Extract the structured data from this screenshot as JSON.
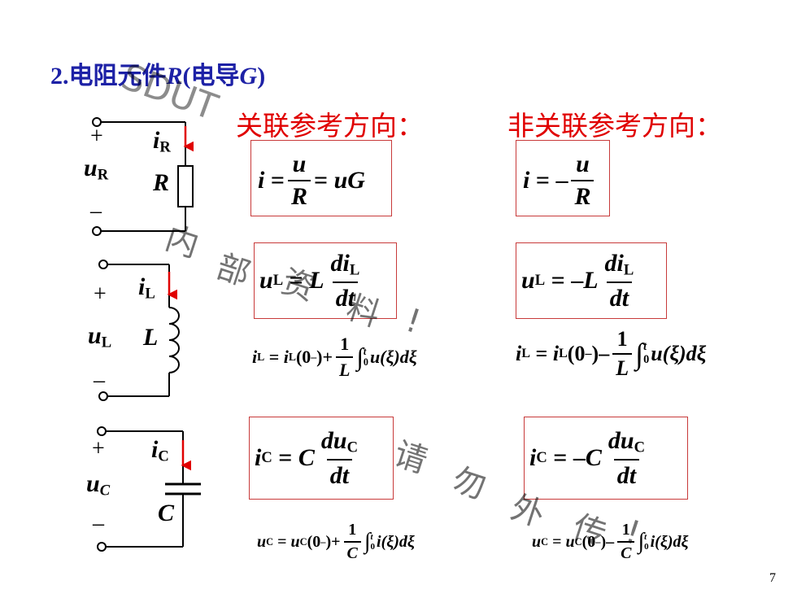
{
  "title": {
    "number": "2.",
    "text1": "电阻元件",
    "var1": "R",
    "paren_open": "(",
    "text2": "电导",
    "var2": "G",
    "paren_close": ")"
  },
  "headings": {
    "associated": "关联参考方向：",
    "non_associated": "非关联参考方向："
  },
  "circuit": {
    "resistor": {
      "current": "i",
      "current_sub": "R",
      "voltage": "u",
      "voltage_sub": "R",
      "element": "R",
      "plus": "+",
      "minus": "–"
    },
    "inductor": {
      "current": "i",
      "current_sub": "L",
      "voltage": "u",
      "voltage_sub": "L",
      "element": "L",
      "plus": "+",
      "minus": "–"
    },
    "capacitor": {
      "current": "i",
      "current_sub": "C",
      "voltage": "u",
      "voltage_sub": "C",
      "element": "C",
      "plus": "+",
      "minus": "–"
    }
  },
  "equations": {
    "r_assoc": {
      "lhs": "i",
      "eq": "=",
      "num": "u",
      "den": "R",
      "eq2": "=",
      "rhs": "uG"
    },
    "r_non": {
      "lhs": "i",
      "eq": "= –",
      "num": "u",
      "den": "R"
    },
    "l_assoc": {
      "lhs": "u",
      "lhs_sub": "L",
      "eq": "=",
      "coef": "L",
      "num": "di",
      "num_sub": "L",
      "den": "dt"
    },
    "l_non": {
      "lhs": "u",
      "lhs_sub": "L",
      "eq": "= –",
      "coef": "L",
      "num": "di",
      "num_sub": "L",
      "den": "dt"
    },
    "l_int_assoc": {
      "lhs": "i",
      "lhs_sub": "L",
      "eq": "=",
      "init": "i",
      "init_sub": "L",
      "init_arg": "(0",
      "init_arg_sub": "–",
      "init_close": ")",
      "op": "+",
      "num": "1",
      "den": "L",
      "int": "∫",
      "upper": "t",
      "lower": "0",
      "integrand": "u(ξ)dξ"
    },
    "l_int_non": {
      "lhs": "i",
      "lhs_sub": "L",
      "eq": "=",
      "init": "i",
      "init_sub": "L",
      "init_arg": "(0",
      "init_arg_sub": "–",
      "init_close": ")",
      "op": "–",
      "num": "1",
      "den": "L",
      "int": "∫",
      "upper": "t",
      "lower": "0",
      "integrand": "u(ξ)dξ"
    },
    "c_assoc": {
      "lhs": "i",
      "lhs_sub": "C",
      "eq": "=",
      "coef": "C",
      "num": "du",
      "num_sub": "C",
      "den": "dt"
    },
    "c_non": {
      "lhs": "i",
      "lhs_sub": "C",
      "eq": "= –",
      "coef": "C",
      "num": "du",
      "num_sub": "C",
      "den": "dt"
    },
    "c_int_assoc": {
      "lhs": "u",
      "lhs_sub": "C",
      "eq": "=",
      "init": "u",
      "init_sub": "C",
      "init_arg": "(0",
      "init_arg_sub": "–",
      "init_close": ")",
      "op": "+",
      "num": "1",
      "den": "C",
      "int": "∫",
      "upper": "t",
      "lower": "0",
      "integrand": "i(ξ)dξ"
    },
    "c_int_non": {
      "lhs": "u",
      "lhs_sub": "C",
      "eq": "=",
      "init": "u",
      "init_sub": "C",
      "init_arg": "(0",
      "init_arg_sub": "–",
      "init_close": ")",
      "op": "–",
      "num": "1",
      "den": "C",
      "int": "∫",
      "upper": "t",
      "lower": "0",
      "integrand": "i(ξ)dξ"
    }
  },
  "watermark": {
    "brand": "SDUT",
    "c1": "内",
    "c2": "部",
    "c3": "资",
    "c4": "料",
    "c5": "!",
    "c6": "请",
    "c7": "勿",
    "c8": "外",
    "c9": "传",
    "c10": "!"
  },
  "page_number": "7",
  "colors": {
    "title": "#1d21a6",
    "heading": "#e00000",
    "box_border": "#c83a3a",
    "arrow": "#e00000"
  }
}
